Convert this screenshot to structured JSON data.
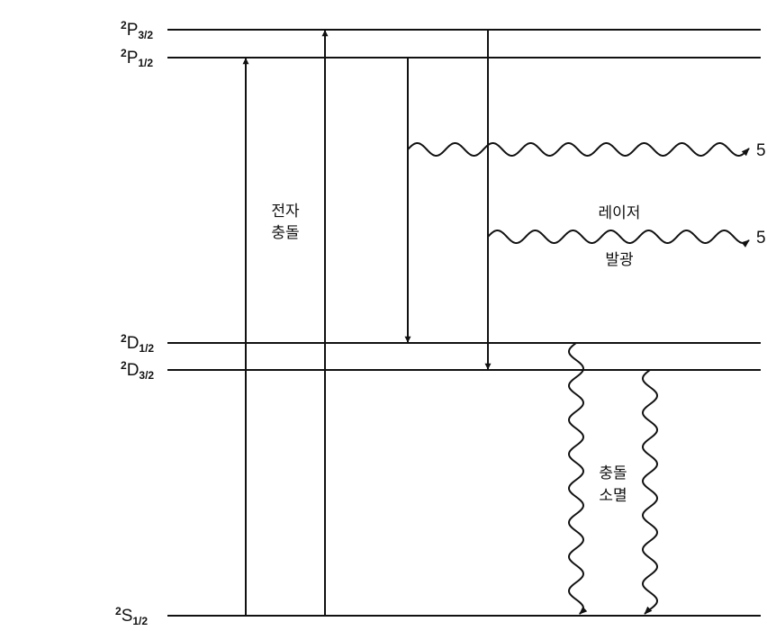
{
  "levels": [
    {
      "id": "p32",
      "term": "P",
      "multiplicity": "2",
      "j": "3/2"
    },
    {
      "id": "p12",
      "term": "P",
      "multiplicity": "2",
      "j": "1/2"
    },
    {
      "id": "d12",
      "term": "D",
      "multiplicity": "2",
      "j": "1/2"
    },
    {
      "id": "d32",
      "term": "D",
      "multiplicity": "2",
      "j": "3/2"
    },
    {
      "id": "s12",
      "term": "S",
      "multiplicity": "2",
      "j": "1/2"
    }
  ],
  "labels": {
    "electron_collision_line1": "전자",
    "electron_collision_line2": "충돌",
    "laser_emission_line1": "레이저",
    "laser_emission_line2": "발광",
    "collisional_quench_line1": "충돌",
    "collisional_quench_line2": "소멸",
    "emission_upper_value": "5",
    "emission_lower_value": "5"
  },
  "transitions": [
    {
      "type": "excitation",
      "from": "s12",
      "to": "p12"
    },
    {
      "type": "excitation",
      "from": "s12",
      "to": "p32"
    },
    {
      "type": "radiative",
      "from": "p12",
      "to": "d12"
    },
    {
      "type": "radiative",
      "from": "p32",
      "to": "d32"
    },
    {
      "type": "quench",
      "from": "d12",
      "to": "s12"
    },
    {
      "type": "quench",
      "from": "d32",
      "to": "s12"
    }
  ],
  "colors": {
    "ink": "#111111",
    "background": "#ffffff"
  }
}
